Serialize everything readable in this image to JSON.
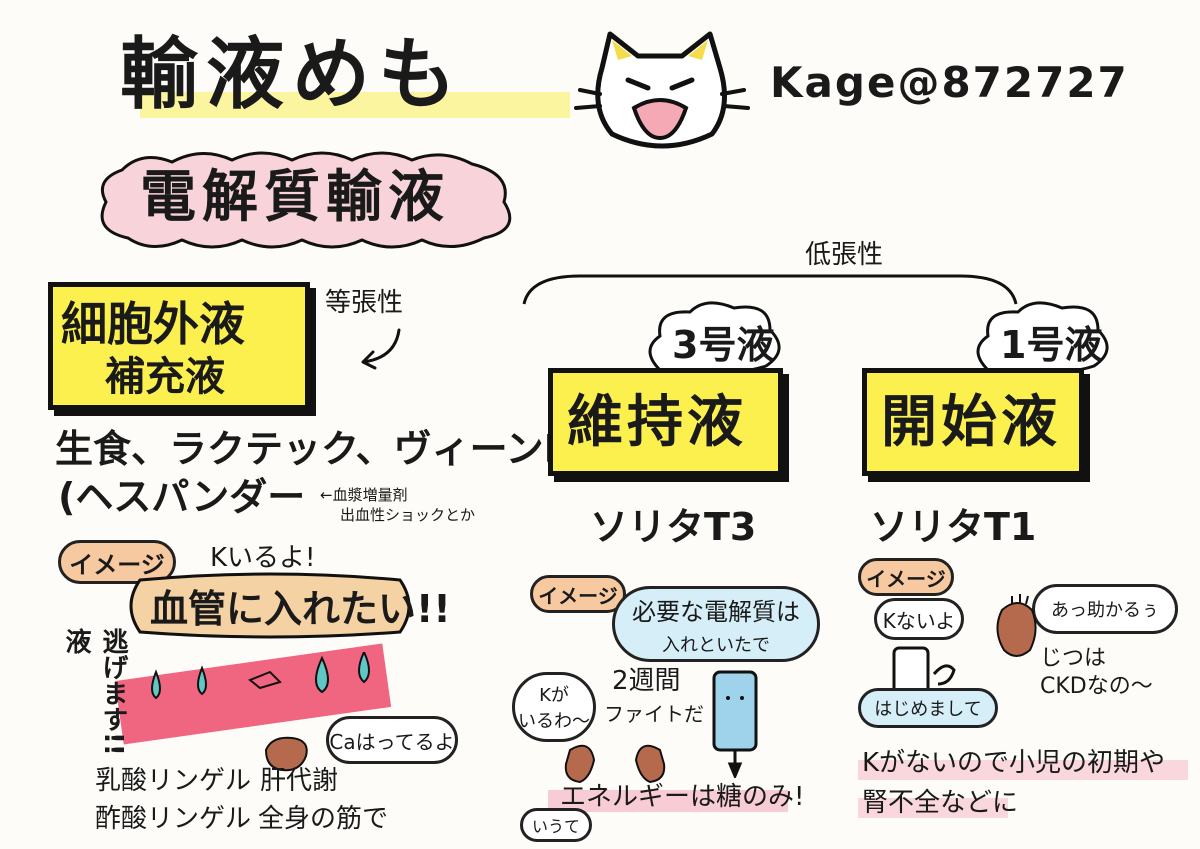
{
  "title": "輸液めも",
  "author_handle": "Kage@872727",
  "section_title": "電解質輸液",
  "labels": {
    "isotonic": "等張性",
    "hypotonic": "低張性"
  },
  "ecf": {
    "box_line1": "細胞外液",
    "box_line2": "補充液",
    "examples_line1": "生食、ラクテック、ヴィーンF",
    "examples_line2": "(ヘスパンダー",
    "note_line1": "←血漿増量剤",
    "note_line2": "出血性ショックとか",
    "image_label": "イメージ",
    "k_ok": "Kいるよ!",
    "speech": "血管に入れたい!!",
    "escape_text": "逃げます!!液",
    "ca_bubble": "Caはってるよ",
    "lactated": "乳酸リンゲル",
    "liver": "肝代謝",
    "acetated": "酢酸リンゲル",
    "whole_body": "全身の筋で"
  },
  "maintenance": {
    "cloud": "3号液",
    "box": "維持液",
    "product": "ソリタT3",
    "image_label": "イメージ",
    "speech_line1": "必要な電解質は",
    "speech_line2": "入れといたで",
    "k_need_line1": "Kが",
    "k_need_line2": "いるわ〜",
    "two_weeks_line1": "2週間",
    "two_weeks_line2": "ファイトだ",
    "energy": "エネルギーは糖のみ!",
    "reply": "いうて"
  },
  "starting": {
    "cloud": "1号液",
    "box": "開始液",
    "product": "ソリタT1",
    "image_label": "イメージ",
    "k_none": "Kないよ",
    "relief": "あっ助かるぅ",
    "ckd_line1": "じつは",
    "ckd_line2": "CKDなの〜",
    "hello": "はじめまして",
    "usage_line1": "Kがないので小児の初期や",
    "usage_line2": "腎不全などに"
  },
  "colors": {
    "yellow_box": "#fbf04e",
    "highlight_yellow": "#fbf28a",
    "pink": "#f5b8c4",
    "orange_pill": "#f7c9a0",
    "vessel_red": "#f06680",
    "water_teal": "#5fc7c5",
    "bag_blue": "#9fd3ec",
    "kidney_brown": "#b56a4e"
  }
}
